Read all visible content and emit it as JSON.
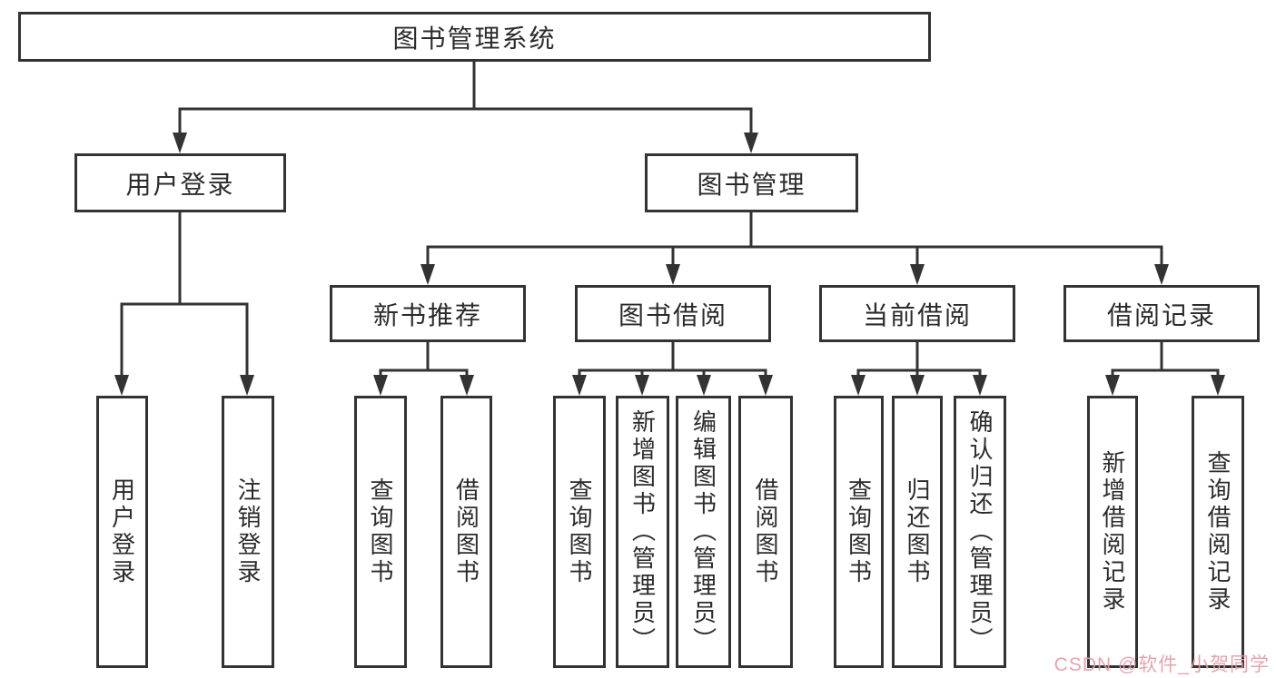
{
  "diagram": {
    "title": "图书管理系统",
    "nodes": {
      "root": {
        "label": "图书管理系统"
      },
      "user_login": {
        "label": "用户登录"
      },
      "book_mgmt": {
        "label": "图书管理"
      },
      "new_books": {
        "label": "新书推荐"
      },
      "book_borrow": {
        "label": "图书借阅"
      },
      "current_borrow": {
        "label": "当前借阅"
      },
      "borrow_records": {
        "label": "借阅记录"
      },
      "leaf_user_login": {
        "label": "用户登录"
      },
      "leaf_logout": {
        "label": "注销登录"
      },
      "leaf_nb_query": {
        "label": "查询图书"
      },
      "leaf_nb_borrow": {
        "label": "借阅图书"
      },
      "leaf_bb_query": {
        "label": "查询图书"
      },
      "leaf_bb_add": {
        "label": "新增图书（管理员）"
      },
      "leaf_bb_edit": {
        "label": "编辑图书（管理员）"
      },
      "leaf_bb_borrow": {
        "label": "借阅图书"
      },
      "leaf_cb_query": {
        "label": "查询图书"
      },
      "leaf_cb_return": {
        "label": "归还图书"
      },
      "leaf_cb_confirm": {
        "label": "确认归还（管理员）"
      },
      "leaf_br_add": {
        "label": "新增借阅记录"
      },
      "leaf_br_query": {
        "label": "查询借阅记录"
      }
    },
    "colors": {
      "line": "#333333",
      "text": "#2b2b2b",
      "box_background": "#ffffff"
    }
  },
  "watermark": {
    "text": "CSDN @软件_小贺同学",
    "color": "#e39ca6"
  }
}
